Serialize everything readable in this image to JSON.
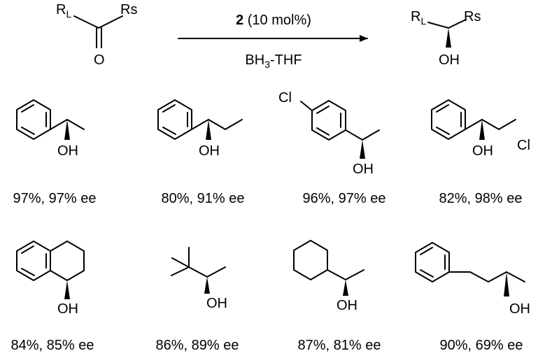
{
  "reaction": {
    "ketone": {
      "rl": "R",
      "rl_sub": "L",
      "rs": "Rs",
      "o": "O"
    },
    "catalyst_num": "2",
    "catalyst_loading": " (10 mol%)",
    "reagent": {
      "a": "BH",
      "sub": "3",
      "b": "-THF"
    },
    "alcohol": {
      "rl": "R",
      "rl_sub": "L",
      "rs": "Rs",
      "oh": "OH"
    }
  },
  "products": [
    {
      "id": "p1",
      "result": "97%, 97% ee",
      "oh": "OH"
    },
    {
      "id": "p2",
      "result": "80%, 91% ee",
      "oh": "OH"
    },
    {
      "id": "p3",
      "result": "96%, 97% ee",
      "oh": "OH",
      "cl": "Cl"
    },
    {
      "id": "p4",
      "result": "82%, 98% ee",
      "oh": "OH",
      "cl": "Cl"
    },
    {
      "id": "p5",
      "result": "84%, 85% ee",
      "oh": "OH"
    },
    {
      "id": "p6",
      "result": "86%, 89% ee",
      "oh": "OH"
    },
    {
      "id": "p7",
      "result": "87%, 81% ee",
      "oh": "OH"
    },
    {
      "id": "p8",
      "result": "90%, 69% ee",
      "oh": "OH"
    }
  ]
}
